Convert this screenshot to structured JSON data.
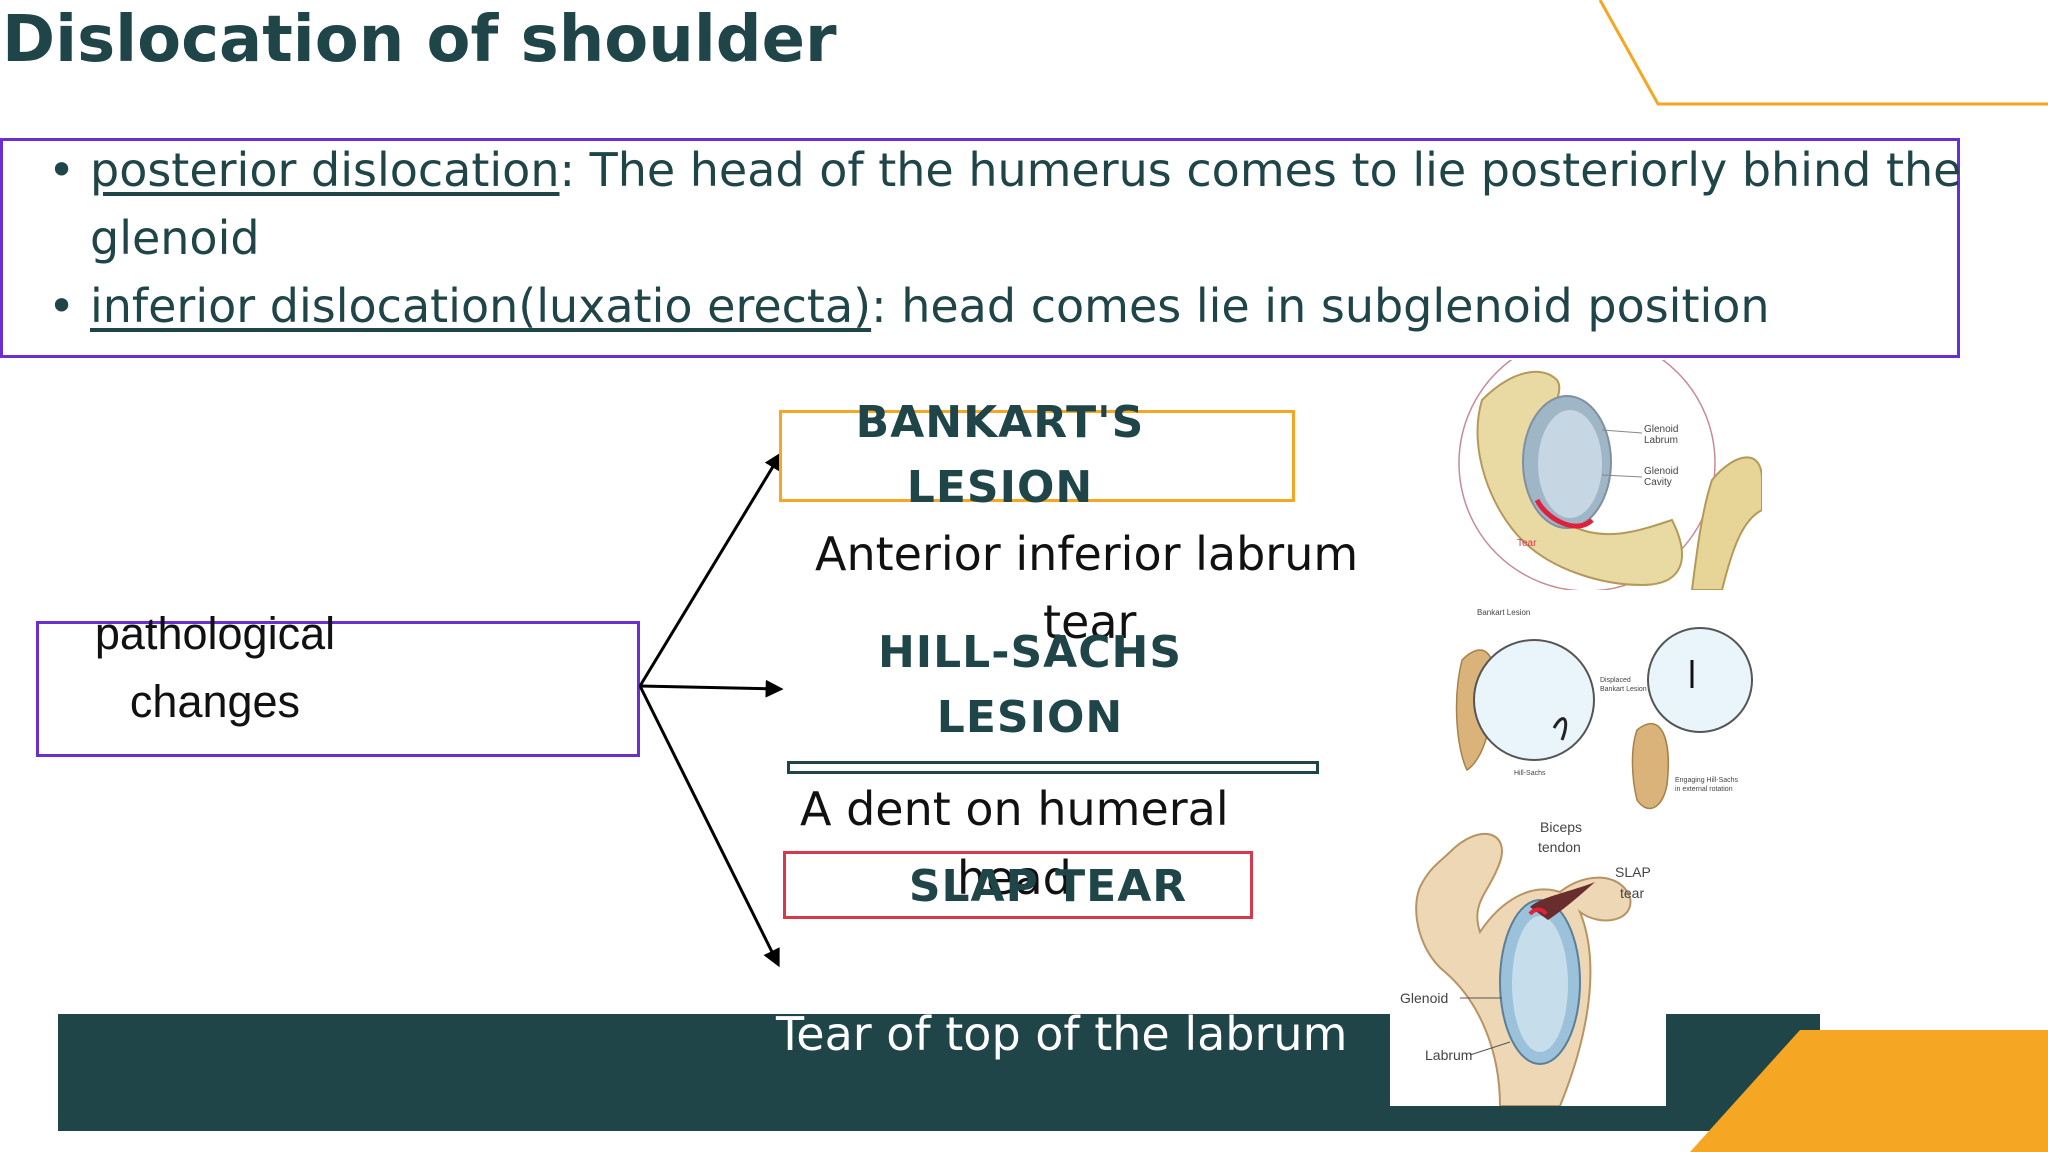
{
  "slide": {
    "title": "Dislocation of shoulder",
    "bullets": [
      {
        "term": "posterior dislocation",
        "text_line1": ": The head of the humerus comes to lie posteriorly bhind the",
        "text_line2": "glenoid"
      },
      {
        "term": "inferior dislocation(luxatio erecta)",
        "text_line1": ": head comes lie in subglenoid position"
      }
    ],
    "pathological": {
      "line1": "pathological",
      "line2": "changes"
    },
    "lesions": [
      {
        "title_line1": "BANKART'S",
        "title_line2": "LESION",
        "desc_line1": "Anterior inferior labrum",
        "desc_line2": "tear"
      },
      {
        "title_line1": "HILL-SACHS",
        "title_line2": "LESION",
        "desc_line1": "A dent on humeral",
        "desc_line2": "head"
      },
      {
        "title_line1": "SLAP TEAR",
        "desc_line1": "Tear of top of the labrum"
      }
    ],
    "figures": {
      "bankart": {
        "labels": [
          "Glenoid",
          "Labrum",
          "Glenoid",
          "Cavity",
          "Tear"
        ]
      },
      "hill_sachs": {
        "labels": [
          "Bankart Lesion",
          "Hill-Sachs",
          "Displaced",
          "Bankart Lesion",
          "Engaging Hill-Sachs",
          "in external rotation"
        ]
      },
      "slap": {
        "labels": [
          "Biceps",
          "tendon",
          "SLAP",
          "tear",
          "Glenoid",
          "Labrum"
        ]
      }
    }
  },
  "colors": {
    "teal_dark": "#1f4548",
    "purple": "#6a2fd1",
    "orange": "#f5a623",
    "red": "#d63a4a"
  }
}
